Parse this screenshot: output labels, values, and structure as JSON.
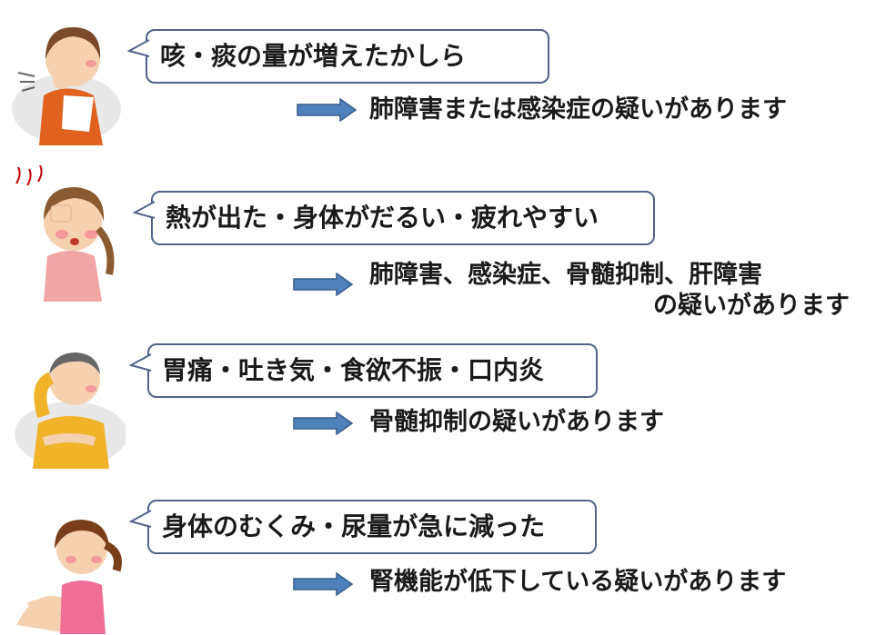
{
  "items": [
    {
      "symptom": "咳・痰の量が増えたかしら",
      "result_line1": "肺障害または感染症の疑いがあります",
      "result_line2": "",
      "figure": "coughing-woman-icon"
    },
    {
      "symptom": "熱が出た・身体がだるい・疲れやすい",
      "result_line1": "肺障害、感染症、骨髄抑制、肝障害",
      "result_line2": "の疑いがあります",
      "figure": "feverish-woman-icon"
    },
    {
      "symptom": "胃痛・吐き気・食欲不振・口内炎",
      "result_line1": "骨髄抑制の疑いがあります",
      "result_line2": "",
      "figure": "stomachache-man-icon"
    },
    {
      "symptom": "身体のむくみ・尿量が急に減った",
      "result_line1": "腎機能が低下している疑いがあります",
      "result_line2": "",
      "figure": "swollen-legs-girl-icon"
    }
  ],
  "colors": {
    "bubble_border": "#51628c",
    "arrow_fill": "#4f81bd",
    "arrow_stroke": "#385d8a"
  }
}
